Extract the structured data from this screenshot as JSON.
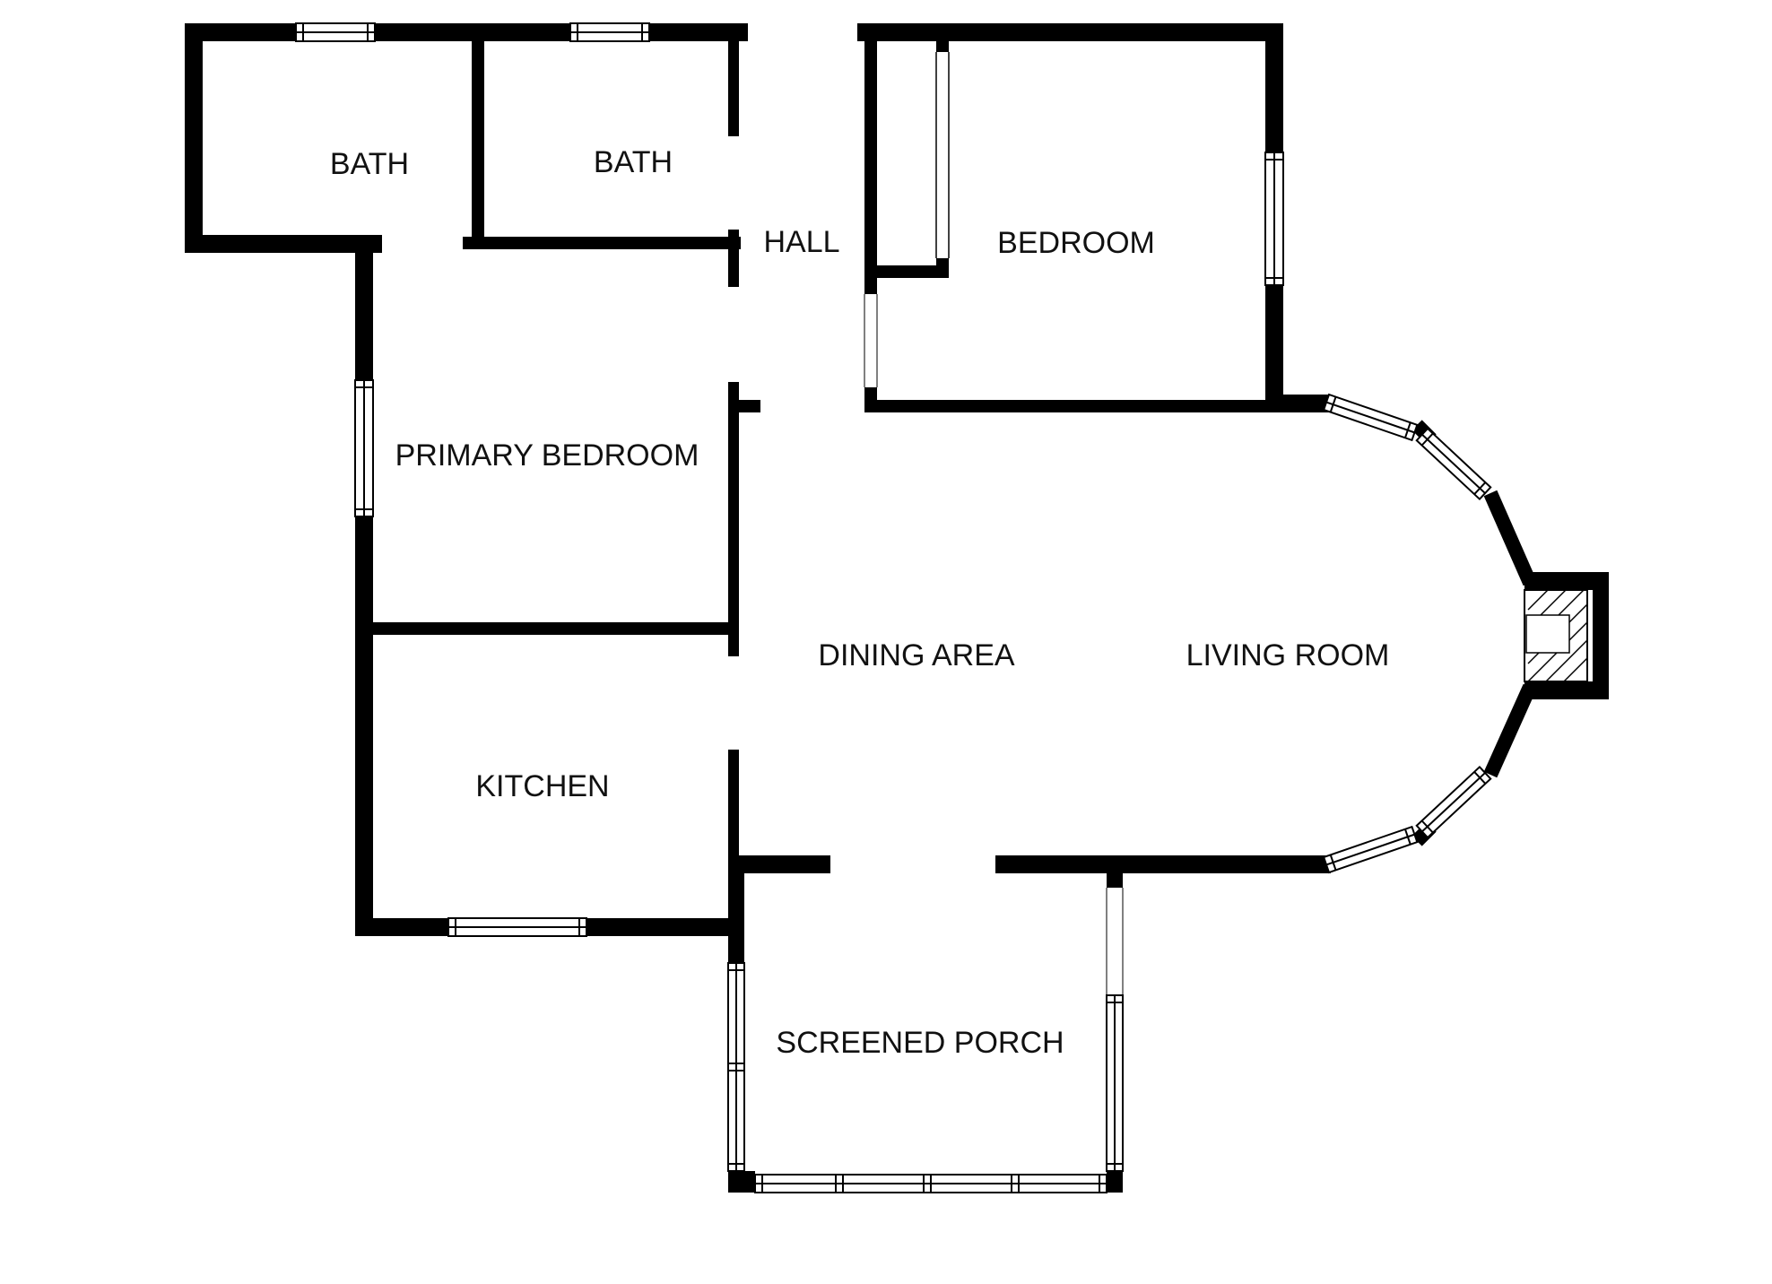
{
  "plan": {
    "rooms": [
      {
        "id": "bath-left",
        "label": "BATH"
      },
      {
        "id": "bath-right",
        "label": "BATH"
      },
      {
        "id": "hall",
        "label": "HALL"
      },
      {
        "id": "bedroom",
        "label": "BEDROOM"
      },
      {
        "id": "primary-bedroom",
        "label": "PRIMARY BEDROOM"
      },
      {
        "id": "dining-area",
        "label": "DINING AREA"
      },
      {
        "id": "living-room",
        "label": "LIVING ROOM"
      },
      {
        "id": "kitchen",
        "label": "KITCHEN"
      },
      {
        "id": "screened-porch",
        "label": "SCREENED PORCH"
      }
    ],
    "colors": {
      "wall": "#000000",
      "background": "#ffffff",
      "text": "#111111"
    }
  }
}
